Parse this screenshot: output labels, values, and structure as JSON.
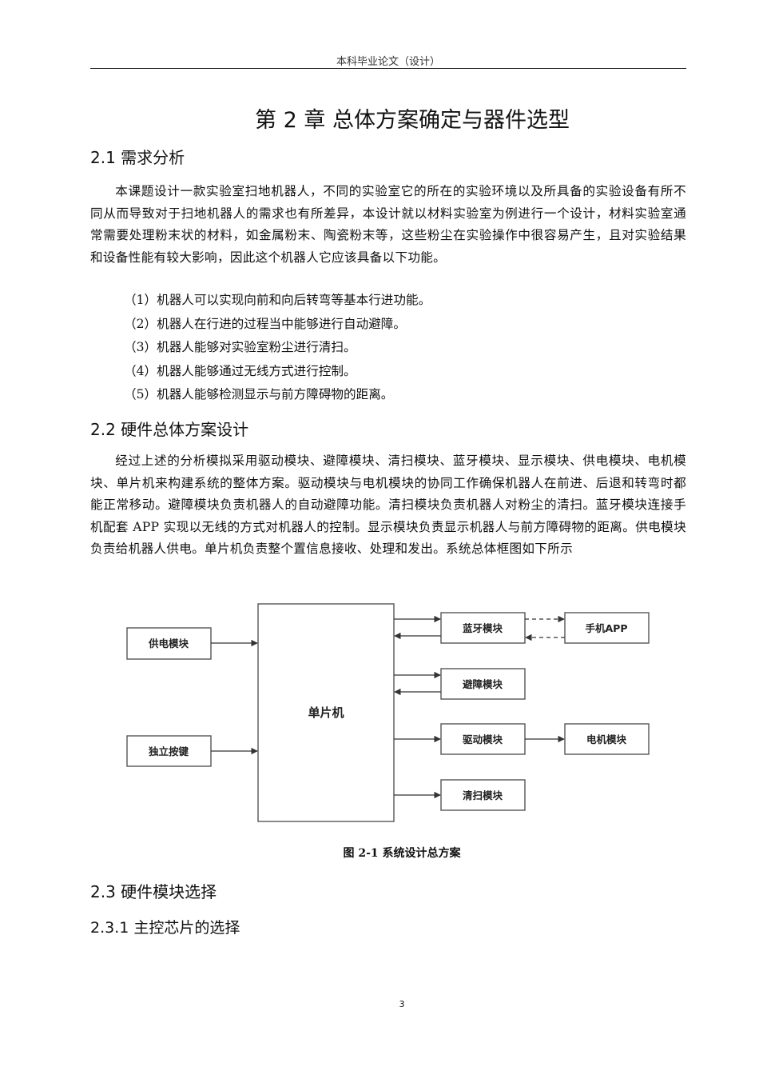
{
  "header": {
    "text": "本科毕业论文（设计）"
  },
  "chapter": {
    "title": "第 2 章  总体方案确定与器件选型"
  },
  "sections": {
    "s2_1": {
      "title": "2.1 需求分析",
      "paragraph": "本课题设计一款实验室扫地机器人，不同的实验室它的所在的实验环境以及所具备的实验设备有所不同从而导致对于扫地机器人的需求也有所差异，本设计就以材料实验室为例进行一个设计，材料实验室通常需要处理粉末状的材料，如金属粉末、陶瓷粉末等，这些粉尘在实验操作中很容易产生，且对实验结果和设备性能有较大影响，因此这个机器人它应该具备以下功能。",
      "items": [
        "（1）机器人可以实现向前和向后转弯等基本行进功能。",
        "（2）机器人在行进的过程当中能够进行自动避障。",
        "（3）机器人能够对实验室粉尘进行清扫。",
        "（4）机器人能够通过无线方式进行控制。",
        "（5）机器人能够检测显示与前方障碍物的距离。"
      ]
    },
    "s2_2": {
      "title": "2.2 硬件总体方案设计",
      "paragraph": "经过上述的分析模拟采用驱动模块、避障模块、清扫模块、蓝牙模块、显示模块、供电模块、电机模块、单片机来构建系统的整体方案。驱动模块与电机模块的协同工作确保机器人在前进、后退和转弯时都能正常移动。避障模块负责机器人的自动避障功能。清扫模块负责机器人对粉尘的清扫。蓝牙模块连接手机配套 APP 实现以无线的方式对机器人的控制。显示模块负责显示机器人与前方障碍物的距离。供电模块负责给机器人供电。单片机负责整个置信息接收、处理和发出。系统总体框图如下所示"
    },
    "s2_3": {
      "title": "2.3 硬件模块选择"
    },
    "s2_3_1": {
      "title": "2.3.1 主控芯片的选择"
    }
  },
  "diagram": {
    "mcu": "单片机",
    "power": "供电模块",
    "button": "独立按键",
    "bluetooth": "蓝牙模块",
    "phone_app": "手机APP",
    "obstacle": "避障模块",
    "driver": "驱动模块",
    "motor": "电机模块",
    "cleaning": "清扫模块"
  },
  "figure": {
    "caption": "图 2-1 系统设计总方案"
  },
  "footer": {
    "page_number": "3"
  }
}
